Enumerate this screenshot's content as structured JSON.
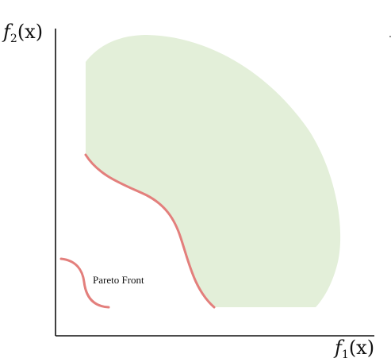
{
  "diagram": {
    "y_axis_label": {
      "func": "f",
      "sub": "2",
      "arg": "(x)"
    },
    "x_axis_label": {
      "func": "f",
      "sub": "1",
      "arg": "(x)"
    },
    "legend_label": "Pareto Front",
    "colors": {
      "feasible_region": "#e3efd9",
      "pareto_front": "#e37f7c",
      "axes": "#111111",
      "background": "#ffffff"
    }
  }
}
